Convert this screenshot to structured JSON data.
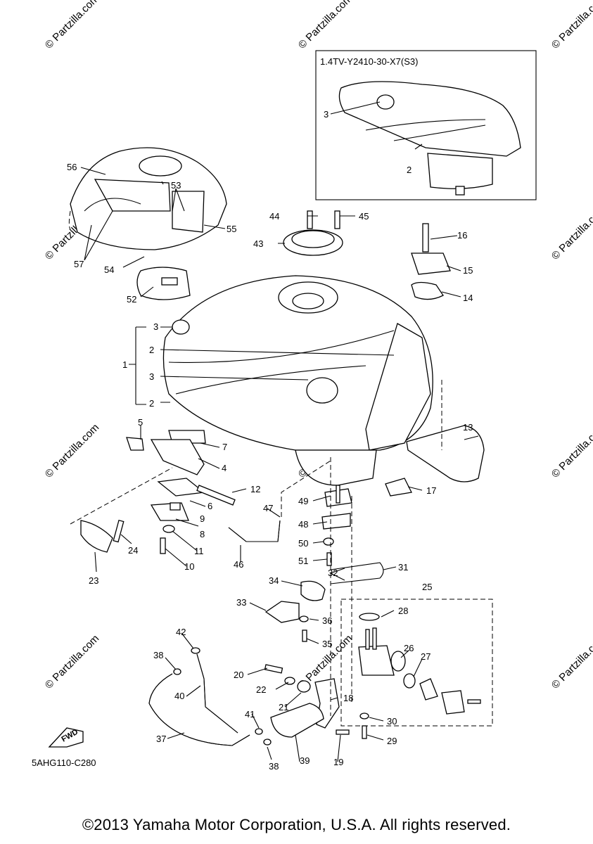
{
  "inset_label": "1.4TV-Y2410-30-X7(S3)",
  "diagram_code": "5AHG110-C280",
  "fwd_label": "FWD",
  "watermark": "© Partzilla.com",
  "copyright": "©2013 Yamaha Motor Corporation, U.S.A. All rights reserved.",
  "callouts": {
    "c1": "1",
    "c2": "2",
    "c3": "3",
    "c4": "4",
    "c5": "5",
    "c6": "6",
    "c7": "7",
    "c8": "8",
    "c9": "9",
    "c10": "10",
    "c11": "11",
    "c12": "12",
    "c13": "13",
    "c14": "14",
    "c15": "15",
    "c16": "16",
    "c17": "17",
    "c18": "18",
    "c19": "19",
    "c20": "20",
    "c21": "21",
    "c22": "22",
    "c23": "23",
    "c24": "24",
    "c25": "25",
    "c26": "26",
    "c27": "27",
    "c28": "28",
    "c29": "29",
    "c30": "30",
    "c31": "31",
    "c32": "32",
    "c33": "33",
    "c34": "34",
    "c35": "35",
    "c36": "36",
    "c37": "37",
    "c38": "38",
    "c39": "39",
    "c40": "40",
    "c41": "41",
    "c42": "42",
    "c43": "43",
    "c44": "44",
    "c45": "45",
    "c46": "46",
    "c47": "47",
    "c48": "48",
    "c49": "49",
    "c50": "50",
    "c51": "51",
    "c52": "52",
    "c53": "53",
    "c54": "54",
    "c55": "55",
    "c56": "56",
    "c57": "57"
  }
}
